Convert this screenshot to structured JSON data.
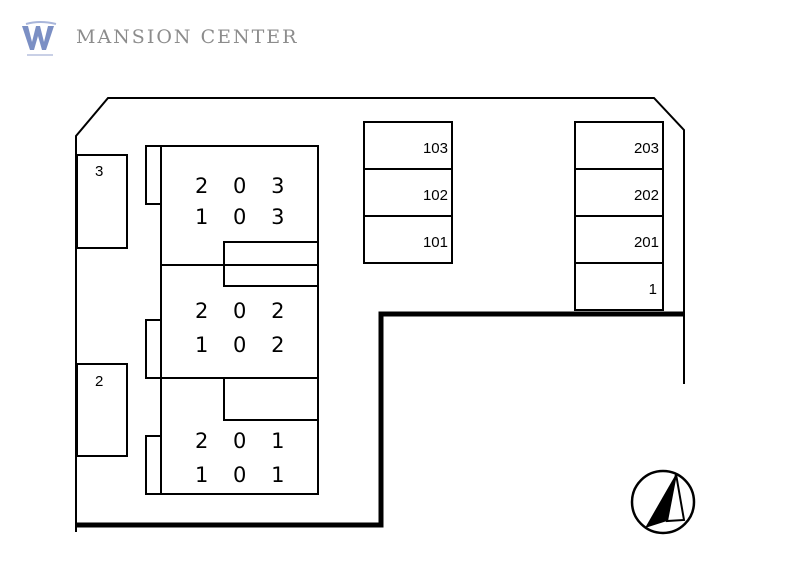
{
  "brand": {
    "name": "MANSION CENTER",
    "logo_icon": "mansion-center-logo",
    "logo_color": "#7b8fc4",
    "text_color": "#8c8c8c"
  },
  "building": {
    "rows": [
      {
        "upper": "2 0 3",
        "lower": "1 0 3"
      },
      {
        "upper": "2 0 2",
        "lower": "1 0 2"
      },
      {
        "upper": "2 0 1",
        "lower": "1 0 1"
      }
    ]
  },
  "left_lots": {
    "top": "3",
    "bottom": "2"
  },
  "slots_middle": [
    "103",
    "102",
    "101"
  ],
  "slots_right": [
    "203",
    "202",
    "201",
    "1"
  ],
  "compass": {
    "icon": "north-arrow-icon"
  }
}
